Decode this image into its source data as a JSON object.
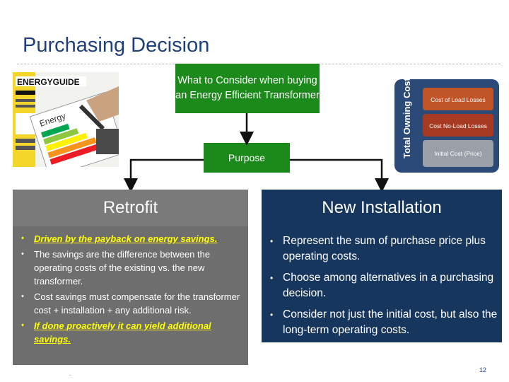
{
  "title": "Purchasing Decision",
  "top_box": "What to Consider when buying an Energy Efficient Transformer",
  "purpose_box": "Purpose",
  "energy_image": {
    "label": "ENERGYGUIDE",
    "sub": "Energy"
  },
  "lcc_image": {
    "axis_label": "Total Owning Cost",
    "segments": [
      "Cost of Load Losses",
      "Cost No-Load Losses",
      "Initial Cost (Price)"
    ]
  },
  "retrofit": {
    "heading": "Retrofit",
    "bullets": [
      "Driven by the payback on energy savings.",
      "The savings are the difference between the operating costs of the existing vs. the new transformer.",
      "Cost savings must compensate for the transformer cost + installation + any additional risk.",
      "If done proactively it can yield additional savings."
    ]
  },
  "new_installation": {
    "heading": "New Installation",
    "bullets": [
      "Represent the sum of purchase price plus operating costs.",
      "Choose among alternatives in a purchasing decision.",
      "Consider not just the initial cost, but also the long-term operating costs."
    ]
  },
  "slide_number": "12",
  "footer_mark": "."
}
